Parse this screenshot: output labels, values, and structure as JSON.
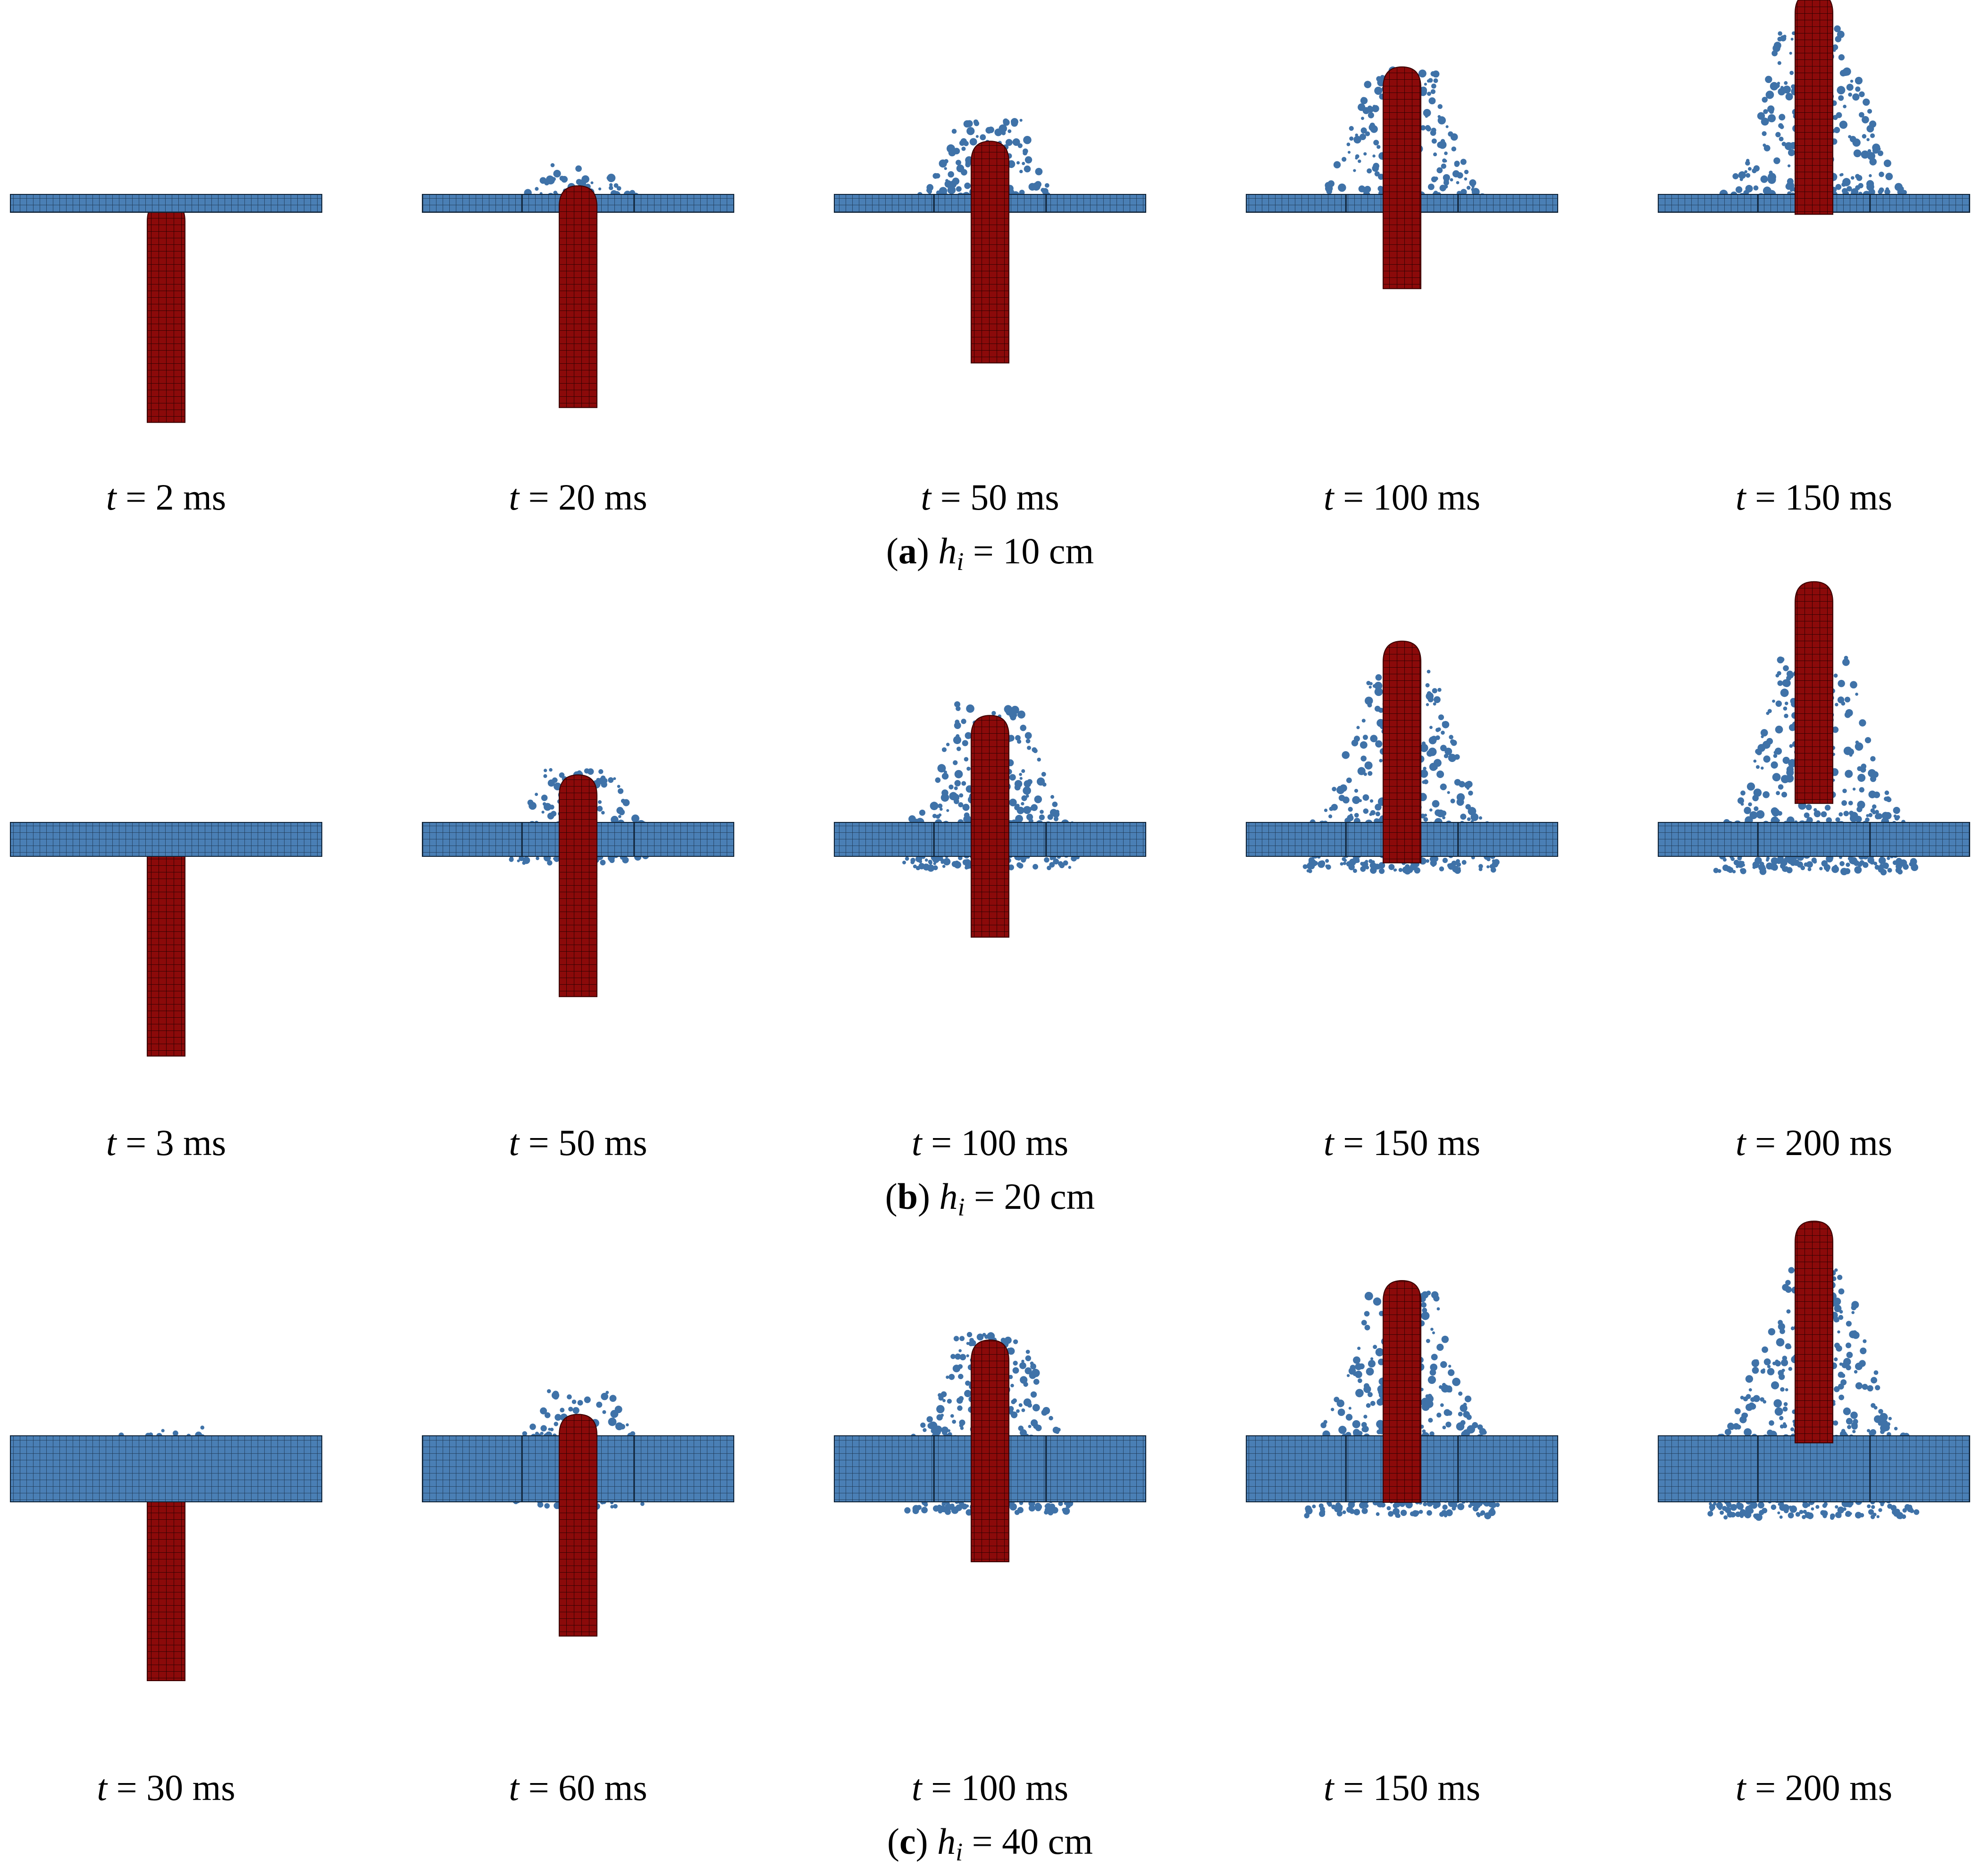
{
  "colors": {
    "plate": "#4a7fb5",
    "plate_grid": "#1d3550",
    "plate_line": "#0f2236",
    "projectile": "#8b0a0a",
    "projectile_grid": "#2a0000",
    "debris": "#3f72a8",
    "text": "#000000"
  },
  "rows": [
    {
      "caption": {
        "letter": "a",
        "var": "h",
        "sub": "i",
        "value": "= 10 cm"
      },
      "thickness": "thin",
      "panels": [
        {
          "label": {
            "var": "t",
            "value": "= 2 ms"
          },
          "penetration": 0.0,
          "debris": 0.0
        },
        {
          "label": {
            "var": "t",
            "value": "= 20 ms"
          },
          "penetration": 0.05,
          "debris": 0.15
        },
        {
          "label": {
            "var": "t",
            "value": "= 50 ms"
          },
          "penetration": 0.2,
          "debris": 0.45
        },
        {
          "label": {
            "var": "t",
            "value": "= 100 ms"
          },
          "penetration": 0.45,
          "debris": 0.75
        },
        {
          "label": {
            "var": "t",
            "value": "= 150 ms"
          },
          "penetration": 0.7,
          "debris": 1.0
        }
      ]
    },
    {
      "caption": {
        "letter": "b",
        "var": "h",
        "sub": "i",
        "value": "= 20 cm"
      },
      "thickness": "medium",
      "panels": [
        {
          "label": {
            "var": "t",
            "value": "= 3 ms"
          },
          "penetration": 0.0,
          "debris": 0.0
        },
        {
          "label": {
            "var": "t",
            "value": "= 50 ms"
          },
          "penetration": 0.2,
          "debris": 0.3
        },
        {
          "label": {
            "var": "t",
            "value": "= 100 ms"
          },
          "penetration": 0.4,
          "debris": 0.7
        },
        {
          "label": {
            "var": "t",
            "value": "= 150 ms"
          },
          "penetration": 0.65,
          "debris": 0.9
        },
        {
          "label": {
            "var": "t",
            "value": "= 200 ms"
          },
          "penetration": 0.85,
          "debris": 1.0
        }
      ]
    },
    {
      "caption": {
        "letter": "c",
        "var": "h",
        "sub": "i",
        "value": "= 40 cm"
      },
      "thickness": "thick",
      "panels": [
        {
          "label": {
            "var": "t",
            "value": "= 30 ms"
          },
          "penetration": 0.0,
          "debris": 0.05
        },
        {
          "label": {
            "var": "t",
            "value": "= 60 ms"
          },
          "penetration": 0.15,
          "debris": 0.25
        },
        {
          "label": {
            "var": "t",
            "value": "= 100 ms"
          },
          "penetration": 0.4,
          "debris": 0.6
        },
        {
          "label": {
            "var": "t",
            "value": "= 150 ms"
          },
          "penetration": 0.6,
          "debris": 0.85
        },
        {
          "label": {
            "var": "t",
            "value": "= 200 ms"
          },
          "penetration": 0.8,
          "debris": 1.0
        }
      ]
    }
  ]
}
